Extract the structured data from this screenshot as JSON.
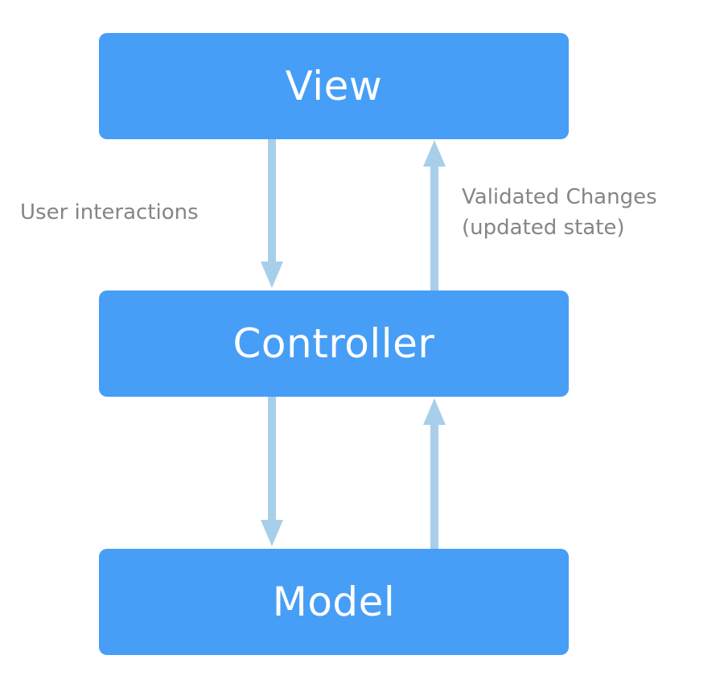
{
  "diagram": {
    "nodes": {
      "view": "View",
      "controller": "Controller",
      "model": "Model"
    },
    "edge_labels": {
      "user_interactions": "User interactions",
      "validated_changes_line1": "Validated Changes",
      "validated_changes_line2": "(updated state)"
    },
    "colors": {
      "node_fill": "#479ef7",
      "node_text": "#ffffff",
      "arrow": "#a7cfea",
      "label_text": "#858585"
    }
  }
}
